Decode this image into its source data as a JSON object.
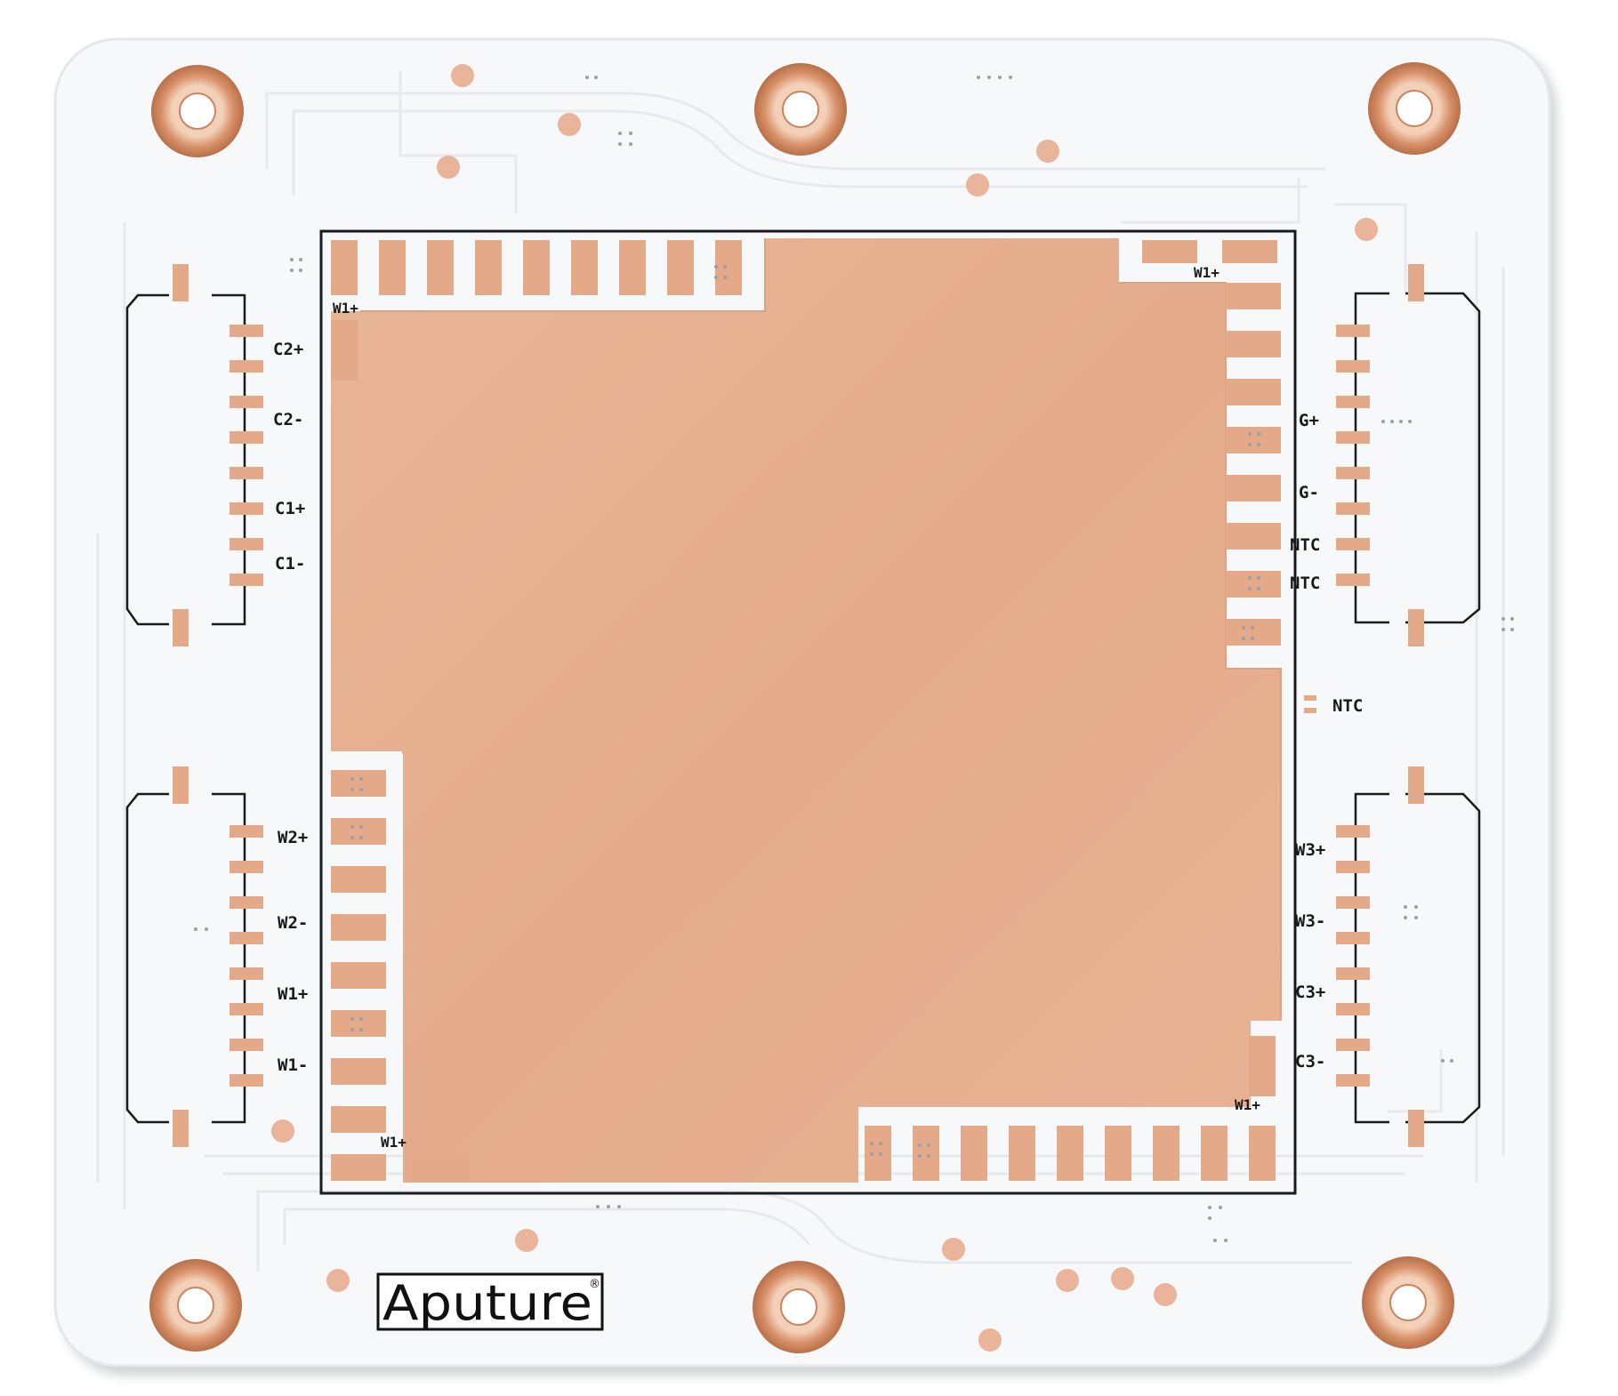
{
  "image": {
    "subject": "Aputure LED COB circuit board",
    "colors": {
      "board": "#f7f8fa",
      "board_edge": "#e6e8ec",
      "trace": "#e9ebef",
      "copper": "#e7b092",
      "copper_dark": "#c98560",
      "ring": "#cf8a62",
      "silkscreen": "#1a1a1a",
      "shadow": "#d9dbe0"
    }
  },
  "labels": {
    "c2_plus": "C2+",
    "c2_minus": "C2-",
    "c1_plus": "C1+",
    "c1_minus": "C1-",
    "w2_plus": "W2+",
    "w2_minus": "W2-",
    "w1_plus_left": "W1+",
    "w1_minus_left": "W1-",
    "g_plus": "G+",
    "g_minus": "G-",
    "ntc_1": "NTC",
    "ntc_2": "NTC",
    "ntc_3": "NTC",
    "w3_plus": "W3+",
    "w3_minus": "W3-",
    "c3_plus": "C3+",
    "c3_minus": "C3-",
    "w1_top_left": "W1+",
    "w1_top_right": "W1+",
    "w1_bottom_left": "W1+",
    "w1_bottom_right": "W1+"
  },
  "logo": {
    "brand": "Aputure",
    "registered": "®"
  }
}
